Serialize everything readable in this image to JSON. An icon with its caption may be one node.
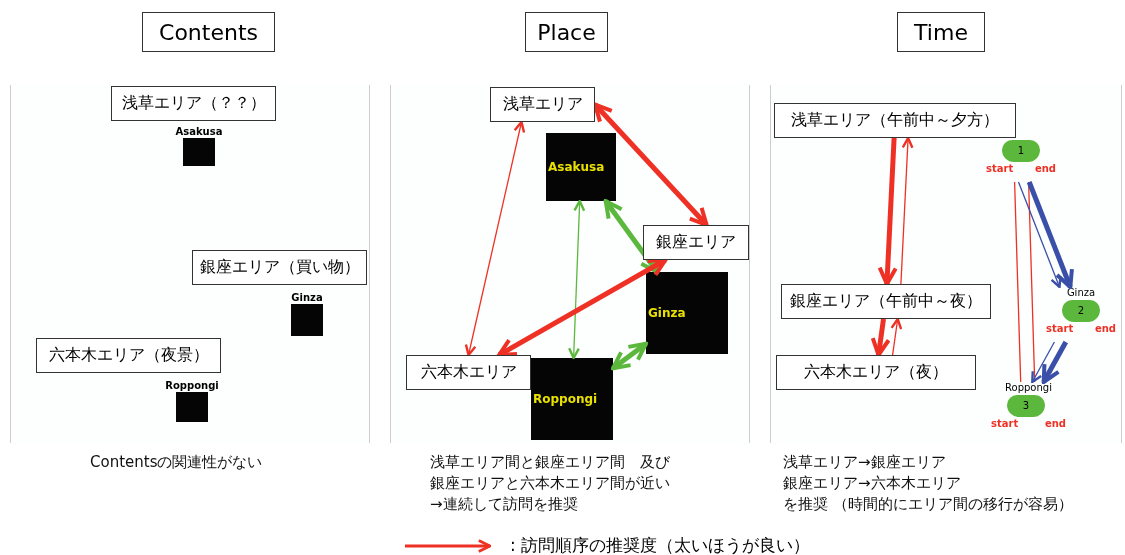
{
  "diagram": {
    "nodes": [
      {
        "text": [
          "Contents"
        ]
      },
      {
        "text": [
          "Place"
        ]
      },
      {
        "text": [
          "Time"
        ]
      },
      {
        "text": [],
        "shape": "box",
        "beside": [
          "Contentsの関連性がない"
        ]
      },
      {
        "text": [
          "浅草エリア（？？）"
        ],
        "in": 3
      },
      {
        "text": [
          "Asakusa"
        ],
        "in": 3
      },
      {
        "text": [
          "銀座エリア（買い物）"
        ],
        "in": 3
      },
      {
        "text": [
          "Ginza"
        ],
        "in": 3
      },
      {
        "text": [
          "六本木エリア（夜景）"
        ],
        "in": 3
      },
      {
        "text": [
          "Roppongi"
        ],
        "in": 3
      },
      {
        "text": [],
        "shape": "box",
        "beside": [
          "浅草エリア間と銀座エリア間　及び銀座エリアと六本木エリア間が近い→連続して訪問を推奨"
        ]
      },
      {
        "text": [
          "浅草エリア"
        ],
        "in": 10
      },
      {
        "text": [
          "Asakusa"
        ],
        "in": 10
      },
      {
        "text": [
          "銀座エリア"
        ],
        "in": 10
      },
      {
        "text": [
          "Ginza"
        ],
        "in": 10
      },
      {
        "text": [
          "六本木エリア"
        ],
        "in": 10
      },
      {
        "text": [
          "Roppongi"
        ],
        "in": 10
      },
      {
        "text": [],
        "shape": "box",
        "beside": [
          "浅草エリア→銀座エリア",
          "銀座エリア→六本木エリア",
          "を推奨 （時間的にエリア間の移行が容易）"
        ]
      },
      {
        "text": [
          "浅草エリア（午前中～夕方）"
        ],
        "in": 17
      },
      {
        "text": [
          "1",
          "start",
          "end"
        ],
        "in": 17
      },
      {
        "text": [
          "銀座エリア（午前中～夜）"
        ],
        "in": 17
      },
      {
        "text": [
          "Ginza",
          "2",
          "start",
          "end"
        ],
        "in": 17
      },
      {
        "text": [
          "六本木エリア（夜）"
        ],
        "in": 17
      },
      {
        "text": [
          "Roppongi",
          "3",
          "start",
          "end"
        ],
        "in": 17
      }
    ],
    "edges": [
      {
        "from": 12,
        "to": 14,
        "arrow": "both",
        "style": "thick",
        "color": "#5cb83c"
      },
      {
        "from": 12,
        "to": 16,
        "arrow": "both",
        "color": "#5cb83c"
      },
      {
        "from": 14,
        "to": 16,
        "arrow": "both",
        "style": "thick",
        "color": "#5cb83c"
      },
      {
        "from": 11,
        "to": 13,
        "arrow": "both",
        "style": "thick",
        "color": "#ee3124"
      },
      {
        "from": 13,
        "to": 15,
        "arrow": "both",
        "style": "thick",
        "color": "#ee3124"
      },
      {
        "from": 11,
        "to": 15,
        "arrow": "both",
        "color": "#ee3124"
      },
      {
        "from": 18,
        "to": 20,
        "arrow": "to",
        "style": "thick",
        "color": "#ee3124"
      },
      {
        "from": 20,
        "to": 18,
        "arrow": "to",
        "color": "#ee3124"
      },
      {
        "from": 20,
        "to": 22,
        "arrow": "to",
        "style": "thick",
        "color": "#ee3124"
      },
      {
        "from": 22,
        "to": 20,
        "arrow": "to",
        "color": "#ee3124"
      },
      {
        "from": 19,
        "to": 23,
        "arrow": "none",
        "color": "#ee3124"
      },
      {
        "from": 19,
        "to": 23,
        "arrow": "none",
        "color": "#ee3124"
      },
      {
        "from": 19,
        "to": 21,
        "arrow": "to",
        "style": "thick",
        "color": "#3a4fa8"
      },
      {
        "from": 19,
        "to": 21,
        "arrow": "to",
        "color": "#3a4fa8"
      },
      {
        "from": 21,
        "to": 23,
        "arrow": "to",
        "style": "thick",
        "color": "#3a4fa8"
      },
      {
        "from": 21,
        "to": 23,
        "arrow": "to",
        "color": "#3a4fa8"
      }
    ],
    "legend": [
      {
        "text": ": 訪問順序の推奨度（太いほうが良い）"
      }
    ]
  }
}
